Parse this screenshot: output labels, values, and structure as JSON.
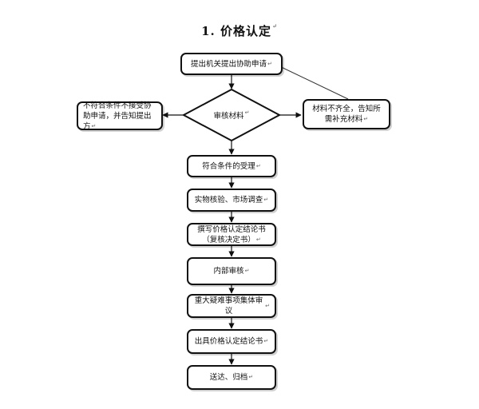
{
  "title": "1. 价格认定",
  "para_mark": "↵",
  "nodes": {
    "submit": "提出机关提出协助申请",
    "review": "审核材料",
    "reject": "不符合条件不接受协助申请，并告知提出方",
    "supplement": "材料不齐全，告知所需补充材料",
    "accept": "符合条件的受理",
    "inspect": "实物核验、市场调查",
    "draft": "撰写价格认定结论书（复核决定书）",
    "internal": "内部审核",
    "collective": "重大疑难事项集体审议",
    "issue": "出具价格认定结论书",
    "deliver": "送达、归档"
  }
}
